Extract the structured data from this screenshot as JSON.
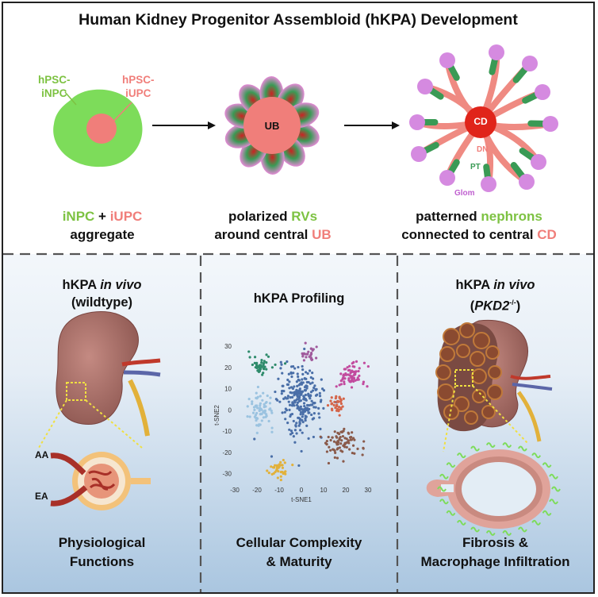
{
  "title": "Human Kidney Progenitor Assembloid (hKPA) Development",
  "top": {
    "aggregate": {
      "label_inpc": "hPSC-\niNPC",
      "label_iupc": "hPSC-\niUPC",
      "cap_inpc": "iNPC",
      "cap_plus": " + ",
      "cap_iupc": "iUPC",
      "cap_line2": "aggregate"
    },
    "polarized": {
      "center_label": "UB",
      "cap_pre": "polarized ",
      "cap_rvs": "RVs",
      "cap_around": "around central ",
      "cap_ub": "UB"
    },
    "patterned": {
      "center_label": "CD",
      "label_dn": "DN",
      "label_pt": "PT",
      "label_glom": "Glom",
      "cap_pre": "patterned ",
      "cap_nephrons": "nephrons",
      "cap_connected": "connected to central ",
      "cap_cd": "CD"
    }
  },
  "panels": {
    "wildtype": {
      "heading1_pre": "hKPA ",
      "heading1_em": "in vivo",
      "heading2": "(wildtype)",
      "label_aa": "AA",
      "label_ea": "EA",
      "footer": "Physiological\nFunctions"
    },
    "profiling": {
      "heading": "hKPA Profiling",
      "footer": "Cellular Complexity\n& Maturity"
    },
    "pkd2": {
      "heading1_pre": "hKPA ",
      "heading1_em": "in vivo",
      "heading2_open": "(",
      "heading2_gene": "PKD2",
      "heading2_sup": "-/-",
      "heading2_close": ")",
      "footer": "Fibrosis &\nMacrophage Infiltration"
    }
  },
  "chart_data": {
    "type": "scatter",
    "xlabel": "t-SNE1",
    "ylabel": "t-SNE2",
    "xlim": [
      -30,
      30
    ],
    "ylim": [
      -35,
      30
    ],
    "xticks": [
      "-30",
      "-20",
      "-10",
      "0",
      "10",
      "20",
      "30"
    ],
    "yticks": [
      "30",
      "20",
      "10",
      "0",
      "-10",
      "-20",
      "-30"
    ],
    "clusters": [
      {
        "color": "#2e8b6b",
        "center": [
          -18,
          21
        ],
        "spread": [
          5,
          4
        ],
        "n": 40
      },
      {
        "color": "#a05a9c",
        "center": [
          3,
          26
        ],
        "spread": [
          4,
          3
        ],
        "n": 25
      },
      {
        "color": "#c24b9e",
        "center": [
          22,
          16
        ],
        "spread": [
          6,
          6
        ],
        "n": 70
      },
      {
        "color": "#9bc3e0",
        "center": [
          -18,
          0
        ],
        "spread": [
          5,
          8
        ],
        "n": 70
      },
      {
        "color": "#4a6fa8",
        "center": [
          0,
          5
        ],
        "spread": [
          9,
          14
        ],
        "n": 260
      },
      {
        "color": "#d4654a",
        "center": [
          16,
          2
        ],
        "spread": [
          3,
          5
        ],
        "n": 35
      },
      {
        "color": "#8a5a4a",
        "center": [
          18,
          -15
        ],
        "spread": [
          8,
          7
        ],
        "n": 80
      },
      {
        "color": "#e2b13a",
        "center": [
          -10,
          -28
        ],
        "spread": [
          4,
          4
        ],
        "n": 35
      }
    ]
  }
}
